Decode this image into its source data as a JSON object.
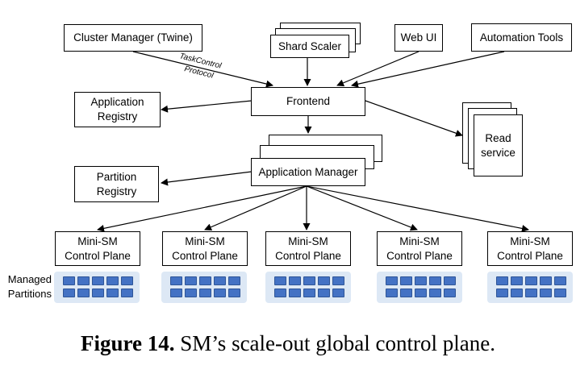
{
  "nodes": {
    "cluster_manager": "Cluster Manager (Twine)",
    "shard_scaler": "Shard Scaler",
    "web_ui": "Web UI",
    "automation_tools": "Automation Tools",
    "frontend": "Frontend",
    "application_registry": [
      "Application",
      "Registry"
    ],
    "read_service": [
      "Read",
      "service"
    ],
    "application_manager": "Application Manager",
    "partition_registry": [
      "Partition",
      "Registry"
    ],
    "mini_sm": [
      "Mini-SM",
      "Control Plane"
    ]
  },
  "edge_label": [
    "TaskControl",
    "Protocol"
  ],
  "managed_partitions_label": [
    "Managed",
    "Partitions"
  ],
  "caption": {
    "bold": "Figure 14.",
    "text": " SM’s scale-out global control plane."
  },
  "colors": {
    "partition_cell": "#4472c4",
    "partition_strip": "#dde8f5"
  }
}
